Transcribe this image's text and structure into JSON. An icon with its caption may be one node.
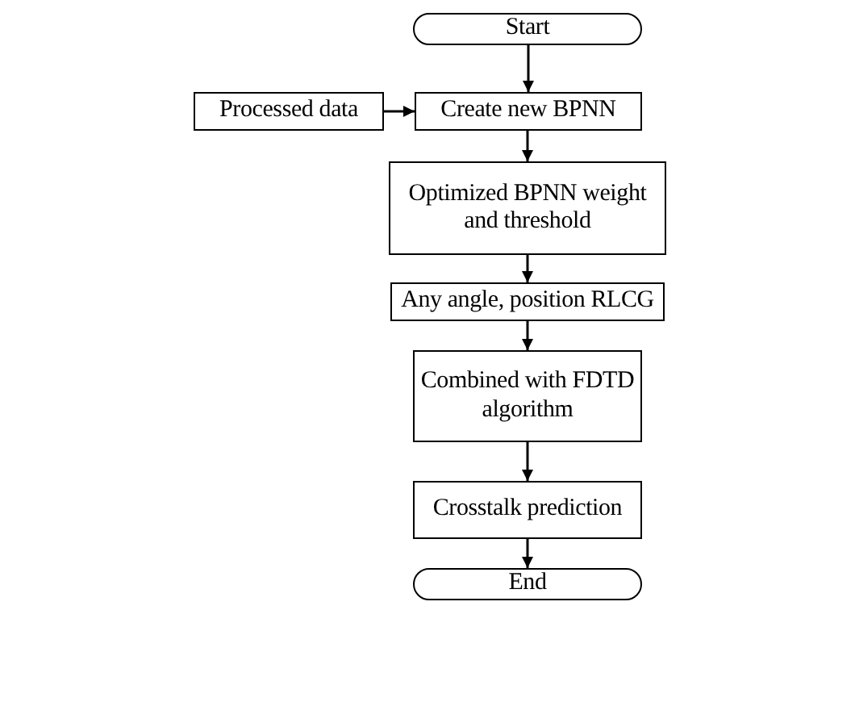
{
  "diagram": {
    "nodes": [
      {
        "text": [
          "Start"
        ]
      },
      {
        "text": [
          "Processed data"
        ]
      },
      {
        "text": [
          "Create new BPNN"
        ]
      },
      {
        "text": [
          "Optimized BPNN weight and threshold"
        ]
      },
      {
        "text": [
          "Any angle, position RLCG"
        ]
      },
      {
        "text": [
          "Combined with FDTD algorithm"
        ]
      },
      {
        "text": [
          "Crosstalk prediction"
        ]
      },
      {
        "text": [
          "End"
        ]
      }
    ],
    "edges": [
      {
        "from": 0,
        "to": 2,
        "arrow": "to"
      },
      {
        "from": 1,
        "to": 2,
        "arrow": "to"
      },
      {
        "from": 2,
        "to": 3,
        "arrow": "to"
      },
      {
        "from": 3,
        "to": 4,
        "arrow": "to"
      },
      {
        "from": 4,
        "to": 5,
        "arrow": "to"
      },
      {
        "from": 5,
        "to": 6,
        "arrow": "to"
      },
      {
        "from": 6,
        "to": 7,
        "arrow": "to"
      }
    ]
  }
}
